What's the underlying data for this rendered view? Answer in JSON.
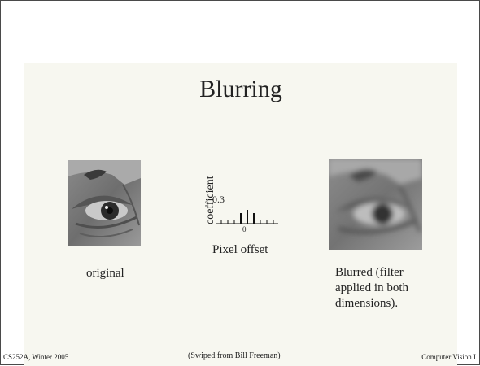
{
  "slide": {
    "title": "Blurring",
    "original_caption": "original",
    "blurred_caption_lines": [
      "Blurred (filter",
      "applied in both",
      "dimensions)."
    ],
    "filter_plot": {
      "ylabel": "coefficient",
      "coefficient_label": "0.3",
      "zero_tick_label": "0",
      "xlabel": "Pixel offset"
    },
    "footer": {
      "left": "CS252A, Winter 2005",
      "center": "(Swiped from Bill Freeman)",
      "right": "Computer Vision I"
    }
  }
}
